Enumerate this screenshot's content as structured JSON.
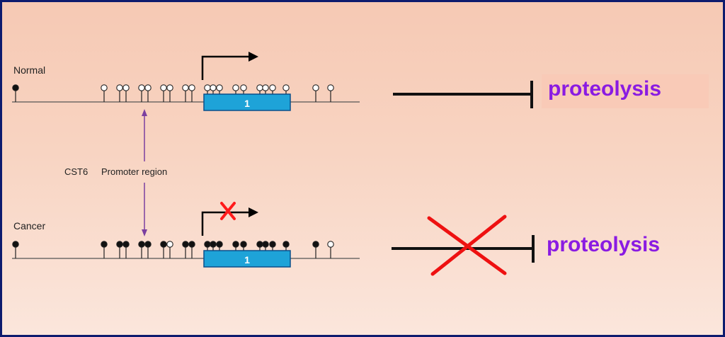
{
  "labels": {
    "normal": "Normal",
    "cancer": "Cancer",
    "gene": "CST6",
    "promoter": "Promoter region",
    "exon": "1"
  },
  "normal_effect": {
    "text": "proteolysis",
    "blocked": false
  },
  "cancer_effect": {
    "text": "proteolysis",
    "blocked": true
  },
  "cpg_sites": {
    "normal": [
      "M",
      "U",
      "U",
      "U",
      "U",
      "U",
      "U",
      "U",
      "U",
      "U",
      "U",
      "U",
      "U",
      "U",
      "U",
      "U",
      "U",
      "U",
      "U",
      "U",
      "U"
    ],
    "cancer": [
      "M",
      "M",
      "M",
      "M",
      "M",
      "M",
      "M",
      "U",
      "M",
      "M",
      "M",
      "M",
      "M",
      "M",
      "M",
      "M",
      "M",
      "M",
      "M",
      "M",
      "U"
    ]
  },
  "colors": {
    "exon_fill": "#1ea3d8",
    "exon_stroke": "#0b4f8a",
    "arrow_promoter": "#7b3fa0",
    "cross": "#ff1a1a",
    "proteolysis_text": "#8a1be2"
  }
}
